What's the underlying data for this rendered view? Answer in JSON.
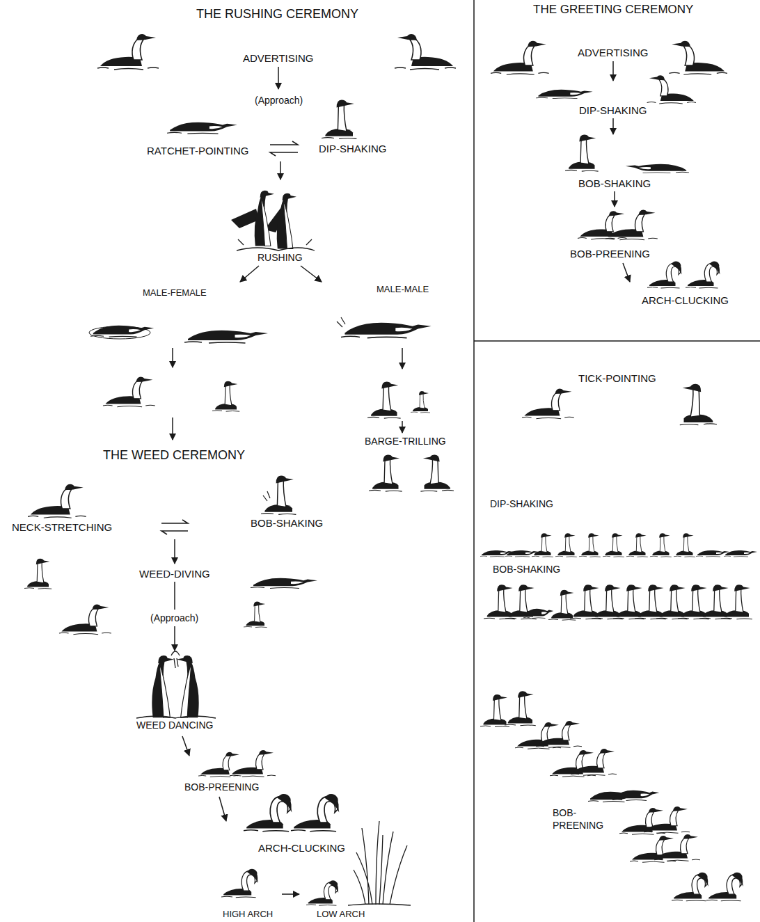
{
  "diagram": {
    "labels": [
      "THE RUSHING CEREMONY",
      "ADVERTISING",
      "(Approach)",
      "RATCHET-POINTING",
      "DIP-SHAKING",
      "RUSHING",
      "MALE-FEMALE",
      "MALE-MALE",
      "BARGE-TRILLING",
      "THE WEED CEREMONY",
      "NECK-STRETCHING",
      "BOB-SHAKING",
      "WEED-DIVING",
      "(Approach)",
      "WEED DANCING",
      "BOB-PREENING",
      "ARCH-CLUCKING",
      "HIGH ARCH",
      "LOW ARCH",
      "THE GREETING CEREMONY",
      "ADVERTISING",
      "DIP-SHAKING",
      "BOB-SHAKING",
      "BOB-PREENING",
      "ARCH-CLUCKING",
      "TICK-POINTING",
      "DIP-SHAKING",
      "BOB-SHAKING",
      "BOB- PREENING"
    ]
  }
}
